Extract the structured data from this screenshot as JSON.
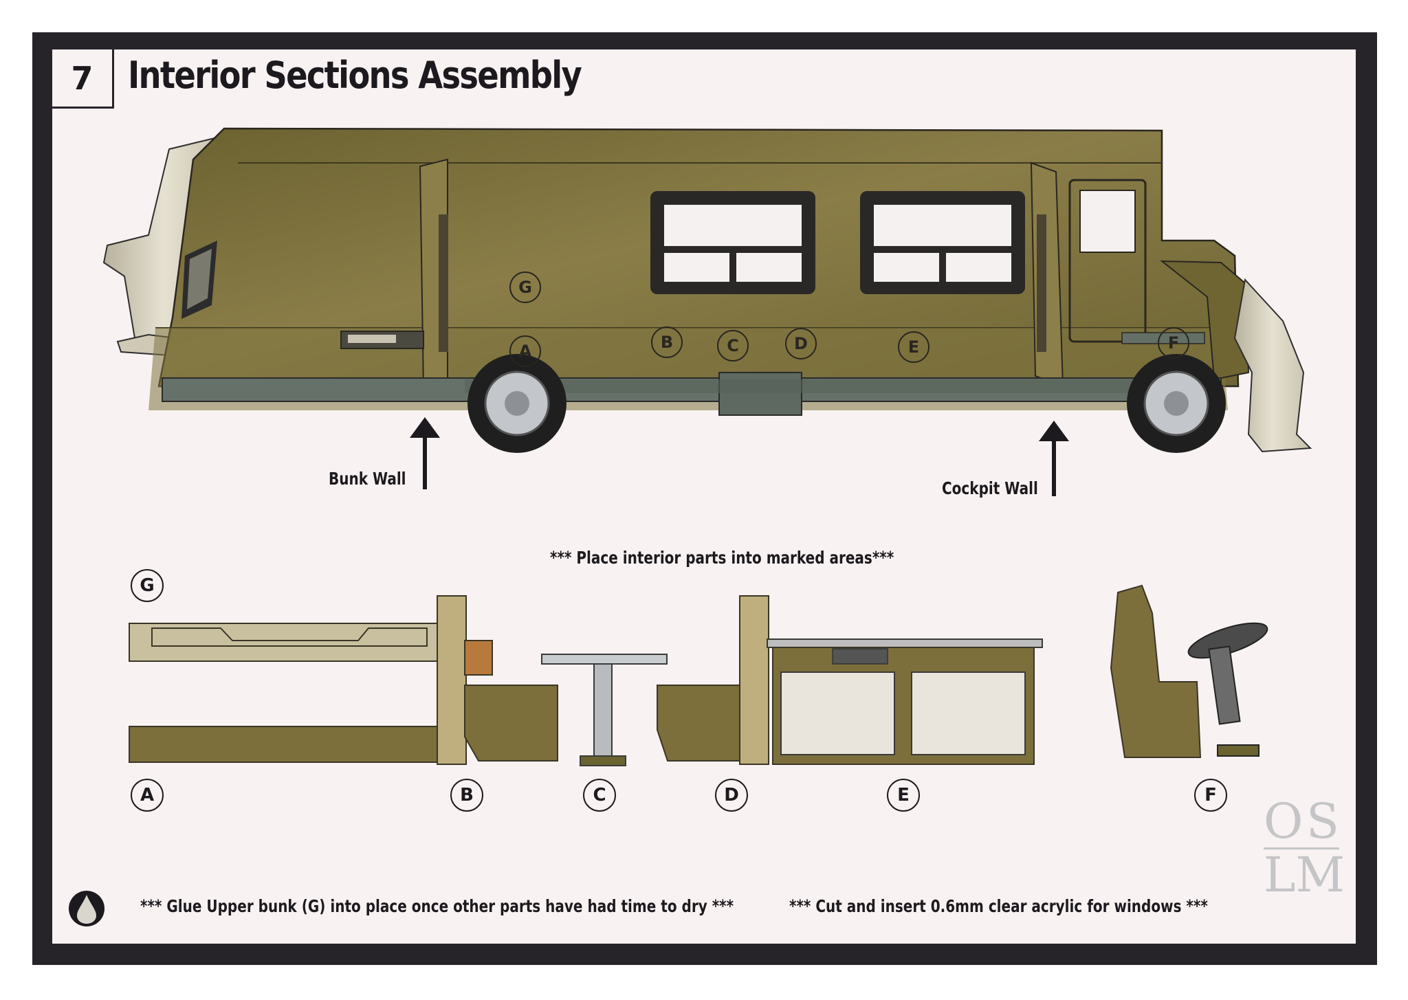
{
  "header": {
    "step_number": "7",
    "title": "Interior Sections Assembly"
  },
  "vehicle": {
    "arrow_labels": {
      "bunk_wall": "Bunk Wall",
      "cockpit_wall": "Cockpit Wall"
    },
    "area_markers": [
      "G",
      "A",
      "B",
      "C",
      "D",
      "E",
      "F"
    ]
  },
  "instructions": {
    "place_parts": "*** Place interior parts into marked areas***",
    "glue_note": "*** Glue Upper bunk (G) into place once other parts have had time to dry ***",
    "acrylic_note": "*** Cut and insert 0.6mm clear acrylic for windows ***"
  },
  "parts": {
    "labels": [
      "G",
      "A",
      "B",
      "C",
      "D",
      "E",
      "F"
    ]
  },
  "logo": {
    "line1": [
      "O",
      "S"
    ],
    "line2": [
      "L",
      "M"
    ]
  },
  "colors": {
    "frame": "#262329",
    "panel": "#f8f2f2",
    "body_olive": "#7a6e36",
    "trim_cream": "#d6d0bc",
    "chassis_grey": "#5f6a63"
  },
  "icons": [
    "glue-drop-icon"
  ]
}
